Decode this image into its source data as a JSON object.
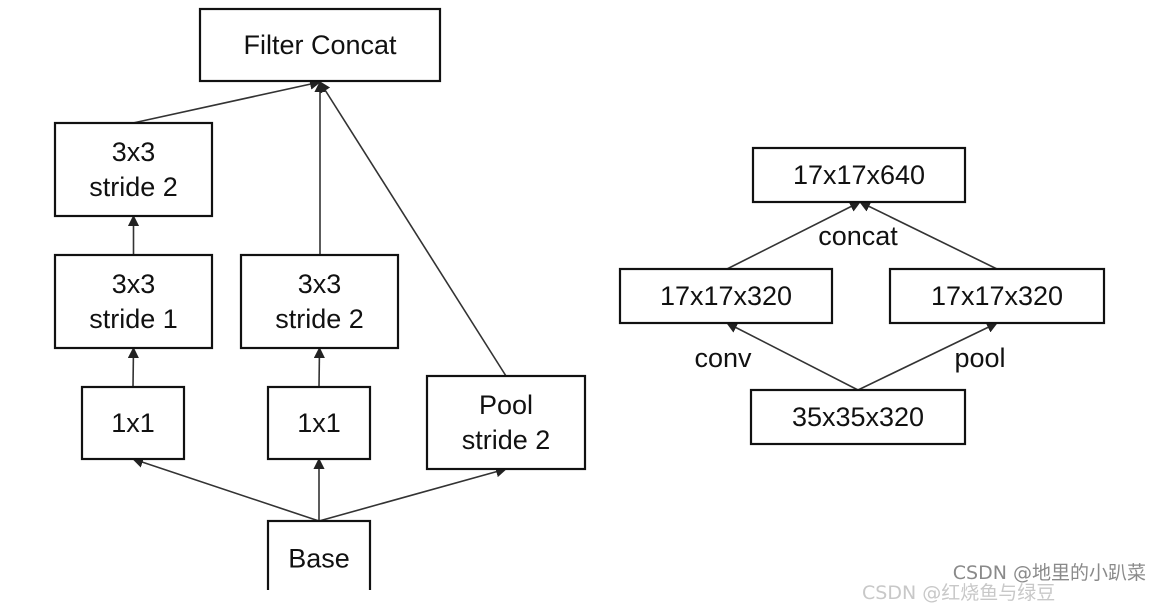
{
  "left_diagram": {
    "nodes": {
      "filter_concat": [
        "Filter Concat"
      ],
      "a_3x3_s2": [
        "3x3",
        "stride 2"
      ],
      "a_3x3_s1": [
        "3x3",
        "stride 1"
      ],
      "a_1x1": [
        "1x1"
      ],
      "b_3x3_s2": [
        "3x3",
        "stride 2"
      ],
      "b_1x1": [
        "1x1"
      ],
      "pool": [
        "Pool",
        "stride 2"
      ],
      "base": [
        "Base"
      ]
    },
    "edges": [
      {
        "from": "base",
        "to": "a_1x1"
      },
      {
        "from": "base",
        "to": "b_1x1"
      },
      {
        "from": "base",
        "to": "pool"
      },
      {
        "from": "a_1x1",
        "to": "a_3x3_s1"
      },
      {
        "from": "a_3x3_s1",
        "to": "a_3x3_s2"
      },
      {
        "from": "a_3x3_s2",
        "to": "filter_concat"
      },
      {
        "from": "b_1x1",
        "to": "b_3x3_s2"
      },
      {
        "from": "b_3x3_s2",
        "to": "filter_concat"
      },
      {
        "from": "pool",
        "to": "filter_concat"
      }
    ]
  },
  "right_diagram": {
    "nodes": {
      "out": [
        "17x17x640"
      ],
      "conv_out": [
        "17x17x320"
      ],
      "pool_out": [
        "17x17x320"
      ],
      "input": [
        "35x35x320"
      ]
    },
    "edges": [
      {
        "from": "input",
        "to": "conv_out"
      },
      {
        "from": "input",
        "to": "pool_out"
      },
      {
        "from": "conv_out",
        "to": "out"
      },
      {
        "from": "pool_out",
        "to": "out"
      }
    ],
    "edge_labels": {
      "conv": "conv",
      "pool": "pool",
      "concat": "concat"
    }
  },
  "watermark": {
    "text": "CSDN @地里的小趴菜",
    "ghost_text": "CSDN @红烧鱼与绿豆"
  }
}
